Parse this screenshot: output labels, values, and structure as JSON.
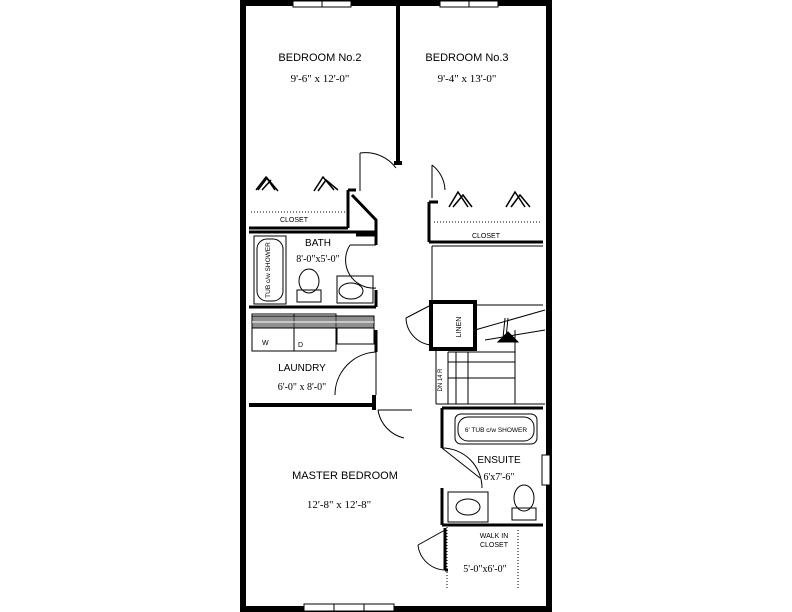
{
  "rooms": {
    "bedroom2": {
      "name": "BEDROOM No.2",
      "size": "9'-6\" x 12'-0\""
    },
    "bedroom3": {
      "name": "BEDROOM No.3",
      "size": "9'-4\" x 13'-0\""
    },
    "bath": {
      "name": "BATH",
      "size": "8'-0\"x5'-0\""
    },
    "laundry": {
      "name": "LAUNDRY",
      "size": "6'-0\" x 8'-0\""
    },
    "master": {
      "name": "MASTER BEDROOM",
      "size": "12'-8\" x 12'-8\""
    },
    "ensuite": {
      "name": "ENSUITE",
      "size": "6'x7'-6\""
    },
    "walkin": {
      "name_line1": "WALK IN",
      "name_line2": "CLOSET",
      "size": "5'-0\"x6'-0\""
    }
  },
  "labels": {
    "closet_left": "CLOSET",
    "closet_right": "CLOSET",
    "tub_bath": "TUB c/w SHOWER",
    "tub_ensuite": "6' TUB c/w SHOWER",
    "linen": "LINEN",
    "stair": "DN 14 R",
    "washer": "W",
    "dryer": "D"
  }
}
